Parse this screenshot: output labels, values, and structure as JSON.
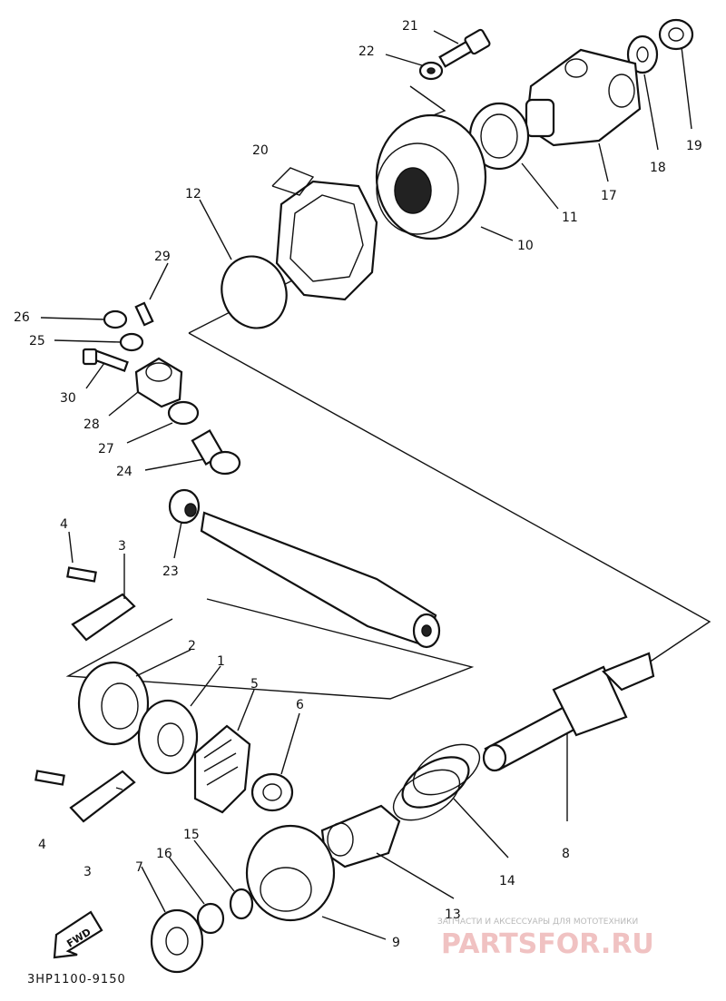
{
  "diagram": {
    "labels": {
      "p1": "1",
      "p2": "2",
      "p3a": "3",
      "p3b": "3",
      "p4a": "4",
      "p4b": "4",
      "p5": "5",
      "p6": "6",
      "p7": "7",
      "p8": "8",
      "p9": "9",
      "p10": "10",
      "p11": "11",
      "p12": "12",
      "p13": "13",
      "p14": "14",
      "p15": "15",
      "p16": "16",
      "p17": "17",
      "p18": "18",
      "p19": "19",
      "p20": "20",
      "p21": "21",
      "p22": "22",
      "p23": "23",
      "p24": "24",
      "p25": "25",
      "p26": "26",
      "p27": "27",
      "p28": "28",
      "p29": "29",
      "p30": "30"
    },
    "fwd_label": "FWD",
    "reference_code": "3HP1100-9150",
    "watermark": {
      "tagline": "ЗАПЧАСТИ И АКСЕССУАРЫ ДЛЯ МОТОТЕХНИКИ",
      "brand": "PARTSFOR.RU"
    },
    "colors": {
      "ink": "#111111",
      "watermark": "#f0c2c2"
    }
  }
}
